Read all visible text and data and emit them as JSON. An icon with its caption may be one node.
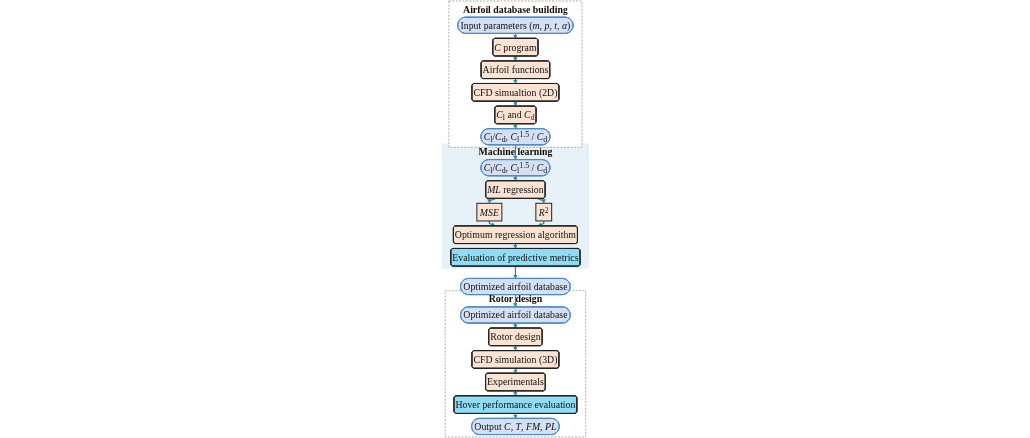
{
  "diagram": {
    "nodes": [
      {
        "text": [
          "Airfoil database building"
        ]
      },
      {
        "text": [
          "Input parameters (*m*, *p*, *t*, *α*)"
        ],
        "in": 0
      },
      {
        "text": [
          "*C* program"
        ],
        "in": 0
      },
      {
        "text": [
          "Airfoil functions"
        ],
        "in": 0
      },
      {
        "text": [
          "CFD simualtion (2D)"
        ],
        "in": 0
      },
      {
        "text": [
          "*C*$_{l}$ and *C*$_{d}$"
        ],
        "in": 0
      },
      {
        "text": [
          "*C*$_{l}$/*C*$_{d}$, *C*$_{l}$$^{1.5}$ / *C*$_{d}$"
        ],
        "in": 0
      },
      {
        "text": [
          "Machine learning"
        ]
      },
      {
        "text": [
          "*C*$_{l}$/*C*$_{d}$, *C*$_{l}$$^{1.5}$ / *C*$_{d}$"
        ],
        "in": 7
      },
      {
        "text": [
          "*ML* regression"
        ],
        "in": 7
      },
      {
        "text": [
          "*MSE*"
        ],
        "in": 7
      },
      {
        "text": [
          "*R*$^{2}$"
        ],
        "in": 7
      },
      {
        "text": [
          "Optimum regression algorithm"
        ],
        "in": 7
      },
      {
        "text": [
          "Evaluation of predictive metrics"
        ],
        "in": 7
      },
      {
        "text": [
          "Optimized airfoil database"
        ]
      },
      {
        "text": [
          "Rotor design"
        ]
      },
      {
        "text": [
          "Optimized airfoil database"
        ],
        "in": 15
      },
      {
        "text": [
          "Rotor design"
        ],
        "in": 15
      },
      {
        "text": [
          "CFD simulation (3D)"
        ],
        "in": 15
      },
      {
        "text": [
          "Experimentals"
        ],
        "in": 15
      },
      {
        "text": [
          "Hover performance evaluation"
        ],
        "in": 15
      },
      {
        "text": [
          "Output *C*, *T*, *FM*, *PL*"
        ],
        "in": 15
      }
    ],
    "edges": [
      {
        "from": 1,
        "to": 2,
        "arrow": "to"
      },
      {
        "from": 2,
        "to": 3,
        "arrow": "to"
      },
      {
        "from": 3,
        "to": 4,
        "arrow": "to"
      },
      {
        "from": 4,
        "to": 5,
        "arrow": "to"
      },
      {
        "from": 5,
        "to": 6,
        "arrow": "to"
      },
      {
        "from": 6,
        "to": 8,
        "arrow": "to"
      },
      {
        "from": 8,
        "to": 9,
        "arrow": "to"
      },
      {
        "from": 9,
        "to": 10,
        "arrow": "to"
      },
      {
        "from": 9,
        "to": 11,
        "arrow": "to"
      },
      {
        "from": 10,
        "to": 12,
        "arrow": "to"
      },
      {
        "from": 11,
        "to": 12,
        "arrow": "to"
      },
      {
        "from": 12,
        "to": 13,
        "arrow": "to"
      },
      {
        "from": 13,
        "to": 14,
        "arrow": "to"
      },
      {
        "from": 14,
        "to": 16,
        "arrow": "to"
      },
      {
        "from": 16,
        "to": 17,
        "arrow": "to"
      },
      {
        "from": 17,
        "to": 18,
        "arrow": "to"
      },
      {
        "from": 18,
        "to": 19,
        "arrow": "to"
      },
      {
        "from": 19,
        "to": 20,
        "arrow": "to"
      },
      {
        "from": 20,
        "to": 21,
        "arrow": "to"
      }
    ]
  }
}
